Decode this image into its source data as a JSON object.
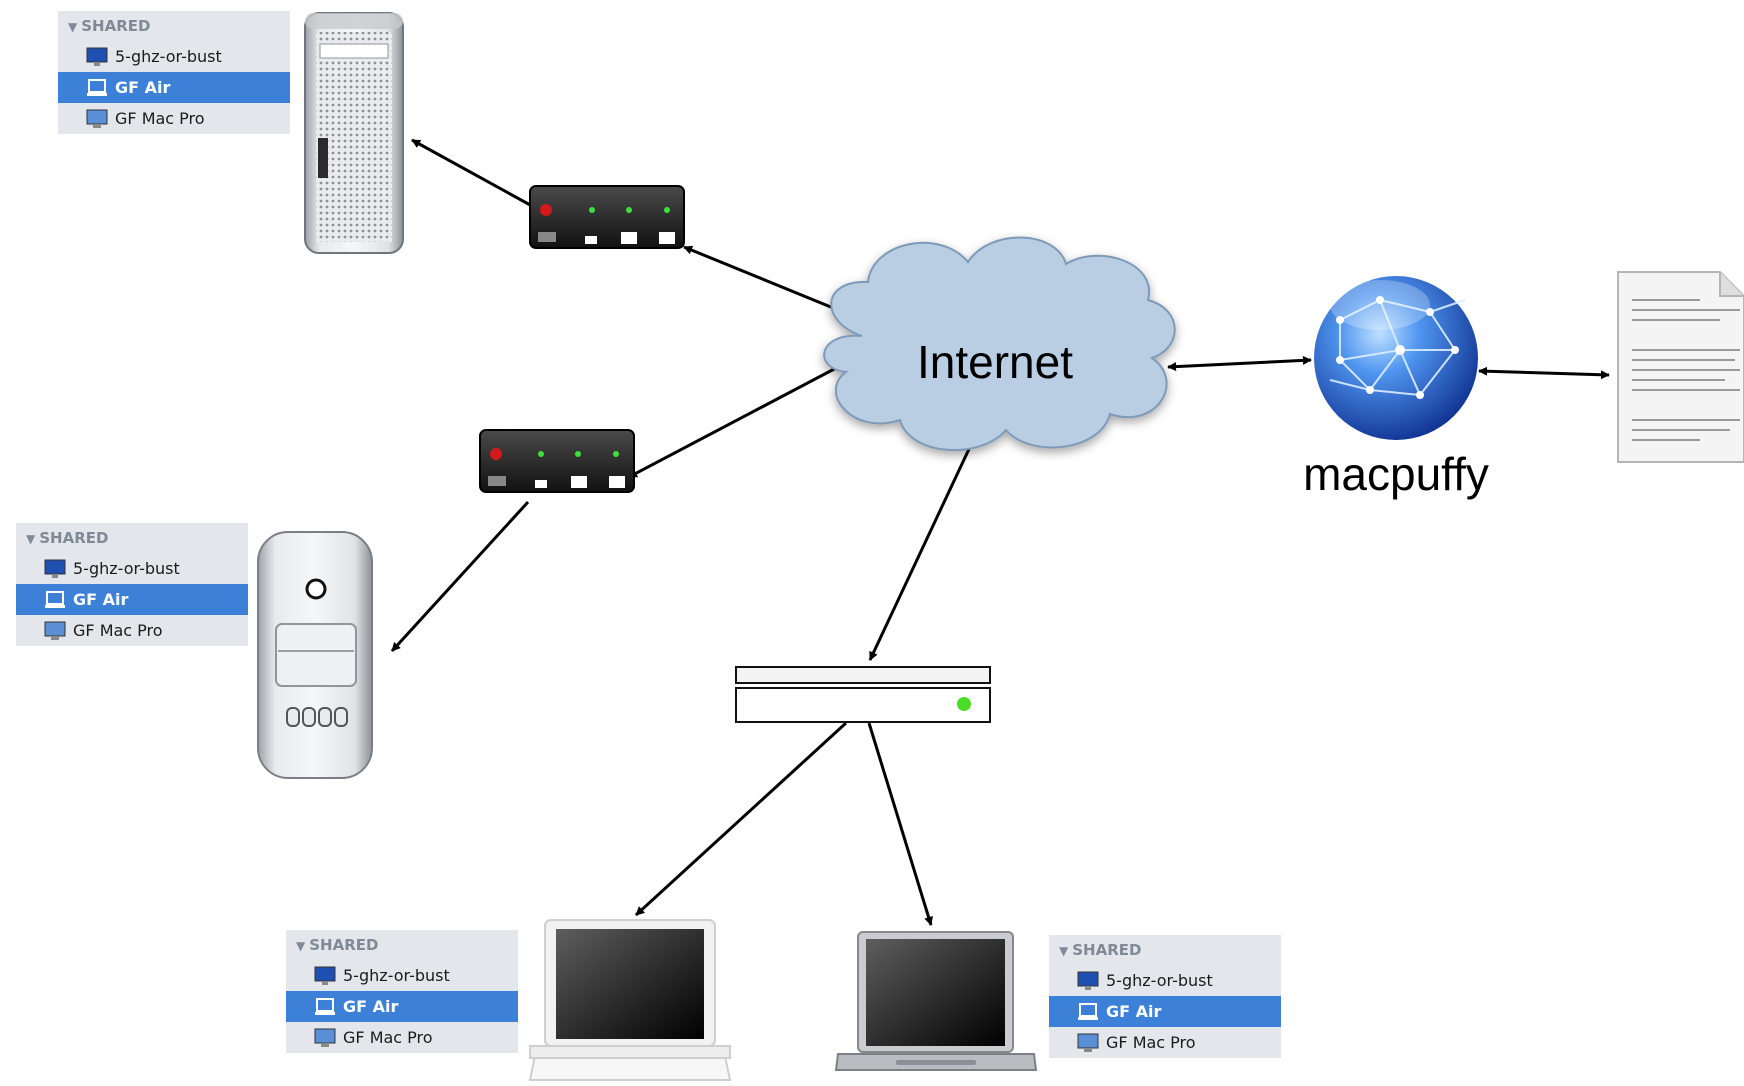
{
  "diagram": {
    "internet_label": "Internet",
    "server_label": "macpuffy"
  },
  "panels": [
    {
      "header": "SHARED",
      "rows": [
        {
          "label": "5-ghz-or-bust",
          "icon": "imac-icon",
          "selected": false
        },
        {
          "label": "GF Air",
          "icon": "laptop-icon",
          "selected": true
        },
        {
          "label": "GF Mac Pro",
          "icon": "display-icon",
          "selected": false
        }
      ]
    },
    {
      "header": "SHARED",
      "rows": [
        {
          "label": "5-ghz-or-bust",
          "icon": "imac-icon",
          "selected": false
        },
        {
          "label": "GF Air",
          "icon": "laptop-icon",
          "selected": true
        },
        {
          "label": "GF Mac Pro",
          "icon": "display-icon",
          "selected": false
        }
      ]
    },
    {
      "header": "SHARED",
      "rows": [
        {
          "label": "5-ghz-or-bust",
          "icon": "imac-icon",
          "selected": false
        },
        {
          "label": "GF Air",
          "icon": "laptop-icon",
          "selected": true
        },
        {
          "label": "GF Mac Pro",
          "icon": "display-icon",
          "selected": false
        }
      ]
    },
    {
      "header": "SHARED",
      "rows": [
        {
          "label": "5-ghz-or-bust",
          "icon": "imac-icon",
          "selected": false
        },
        {
          "label": "GF Air",
          "icon": "laptop-icon",
          "selected": true
        },
        {
          "label": "GF Mac Pro",
          "icon": "display-icon",
          "selected": false
        }
      ]
    }
  ],
  "colors": {
    "cloud_fill": "#b9cde3",
    "selection": "#3d80d7",
    "panel_bg": "#e3e7ec",
    "header_text": "#7f8a96",
    "globe": "#2f6fd8"
  }
}
